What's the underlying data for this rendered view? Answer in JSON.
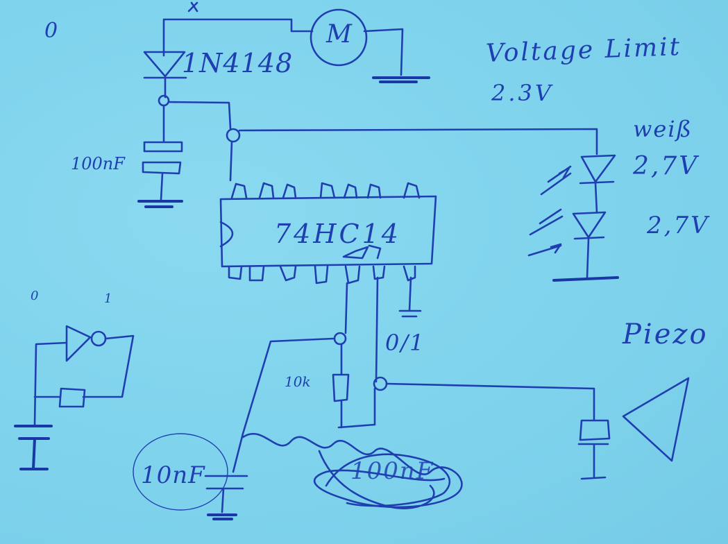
{
  "labels": {
    "diode_part": "1N4148",
    "motor": "M",
    "voltage_limit": "Voltage Limit",
    "voltage_limit_value": "2.3V",
    "led_color": "weiß",
    "led1_voltage": "2,7V",
    "led2_voltage": "2,7V",
    "cap_supply": "100nF",
    "ic_name": "74HC14",
    "resistor": "10k",
    "switch_state": "0/1",
    "cap_timing": "10nF",
    "cap_scribbled": "100nF",
    "piezo": "Piezo",
    "corner_mark": "0",
    "sym_in": "0",
    "sym_out": "1"
  },
  "colors": {
    "paper": "#7fd3ec",
    "ink": "#1f3fb0"
  }
}
